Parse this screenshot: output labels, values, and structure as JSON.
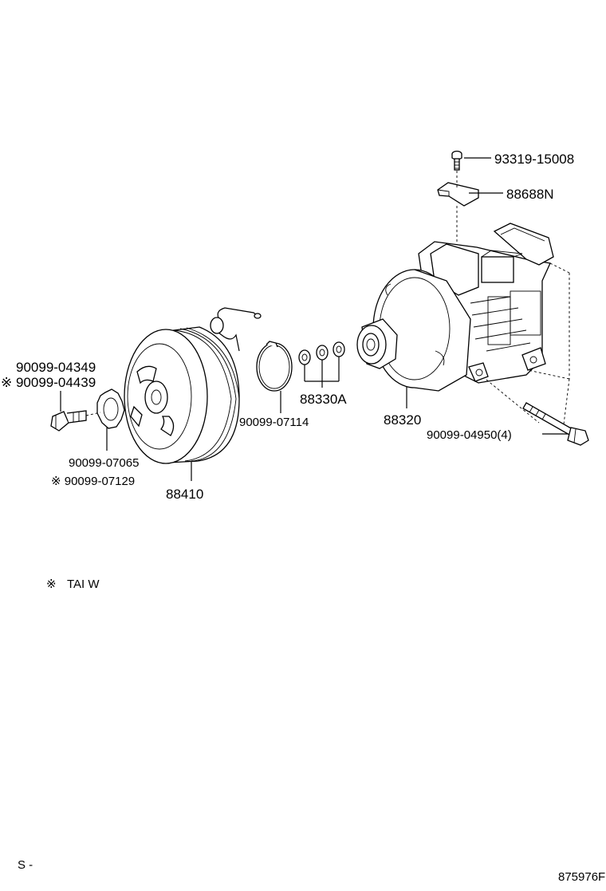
{
  "labels": {
    "bolt_top": "93319-15008",
    "bracket": "88688N",
    "bolt_left_1": "90099-04349",
    "bolt_left_2": "※ 90099-04439",
    "snap_ring": "90099-07114",
    "shims": "88330A",
    "compressor": "88320",
    "long_bolt": "90099-04950(4)",
    "washer_1": "90099-07065",
    "washer_2": "※ 90099-07129",
    "clutch": "88410"
  },
  "footnote": {
    "mark": "※",
    "text": "TAI W"
  },
  "corner_left": "S -",
  "corner_right": "875976F"
}
